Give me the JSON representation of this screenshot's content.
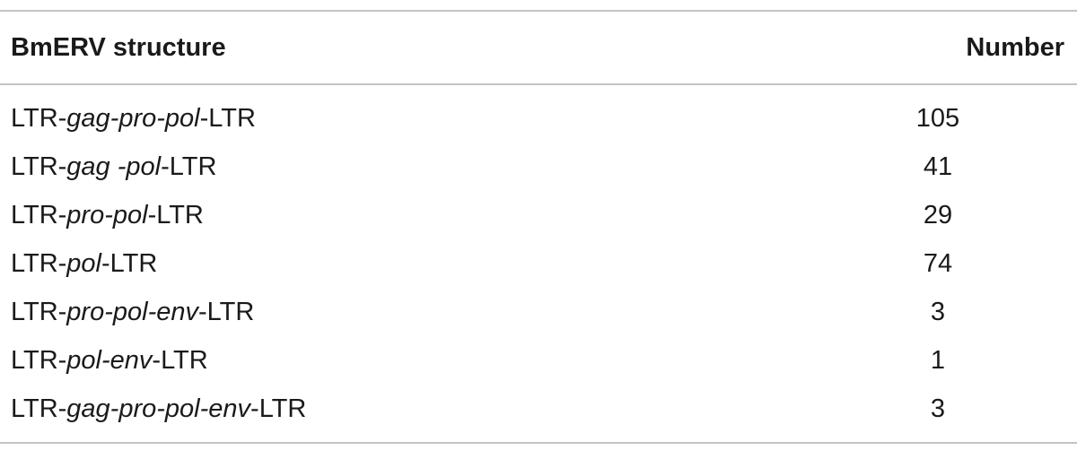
{
  "table": {
    "headers": {
      "structure": "BmERV structure",
      "number": "Number"
    },
    "rows": [
      {
        "structure": [
          {
            "t": "LTR-",
            "i": false
          },
          {
            "t": "gag-pro-pol",
            "i": true
          },
          {
            "t": "-LTR",
            "i": false
          }
        ],
        "structure_text": "LTR-gag-pro-pol-LTR",
        "number": "105"
      },
      {
        "structure": [
          {
            "t": "LTR-",
            "i": false
          },
          {
            "t": "gag -pol",
            "i": true
          },
          {
            "t": "-LTR",
            "i": false
          }
        ],
        "structure_text": "LTR-gag -pol-LTR",
        "number": "41"
      },
      {
        "structure": [
          {
            "t": "LTR-",
            "i": false
          },
          {
            "t": "pro-pol",
            "i": true
          },
          {
            "t": "-LTR",
            "i": false
          }
        ],
        "structure_text": "LTR-pro-pol-LTR",
        "number": "29"
      },
      {
        "structure": [
          {
            "t": "LTR-",
            "i": false
          },
          {
            "t": "pol",
            "i": true
          },
          {
            "t": "-LTR",
            "i": false
          }
        ],
        "structure_text": "LTR-pol-LTR",
        "number": "74"
      },
      {
        "structure": [
          {
            "t": "LTR-",
            "i": false
          },
          {
            "t": "pro-pol-env",
            "i": true
          },
          {
            "t": "-LTR",
            "i": false
          }
        ],
        "structure_text": "LTR-pro-pol-env-LTR",
        "number": "3"
      },
      {
        "structure": [
          {
            "t": "LTR-",
            "i": false
          },
          {
            "t": "pol-env",
            "i": true
          },
          {
            "t": "-LTR",
            "i": false
          }
        ],
        "structure_text": "LTR-pol-env-LTR",
        "number": "1"
      },
      {
        "structure": [
          {
            "t": "LTR-",
            "i": false
          },
          {
            "t": "gag-pro-pol-env",
            "i": true
          },
          {
            "t": "-LTR",
            "i": false
          }
        ],
        "structure_text": "LTR-gag-pro-pol-env-LTR",
        "number": "3"
      }
    ]
  }
}
